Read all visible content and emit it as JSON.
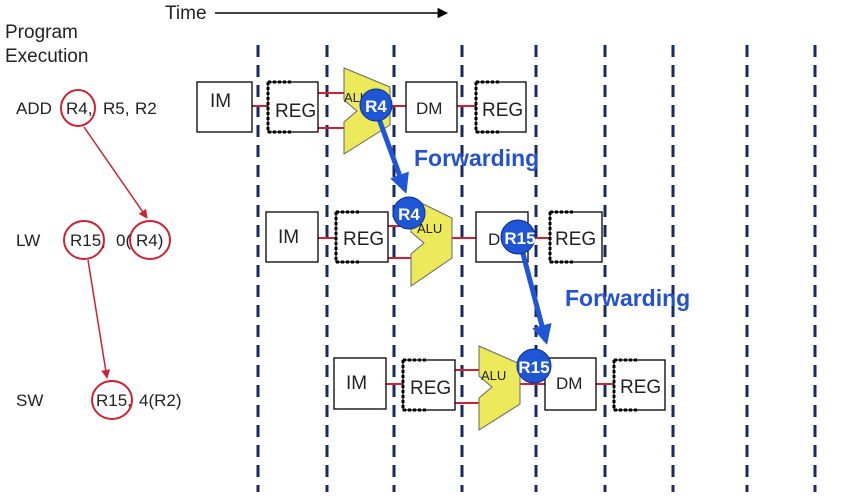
{
  "header": {
    "time_label": "Time",
    "program_execution": [
      "Program",
      "Execution"
    ]
  },
  "instructions": [
    {
      "op": "ADD",
      "args": [
        "R4,",
        "R5,",
        "R2"
      ]
    },
    {
      "op": "LW",
      "args": [
        "R15,",
        "0(",
        "R4)"
      ]
    },
    {
      "op": "SW",
      "args": [
        "R15,",
        "4(R2)"
      ]
    }
  ],
  "stages": {
    "im": "IM",
    "reg": "REG",
    "alu": "ALU",
    "dm": "DM",
    "dm_partial": "D"
  },
  "forwarding": [
    {
      "register": "R4",
      "label": "Forwarding"
    },
    {
      "register": "R15",
      "label": "Forwarding"
    }
  ],
  "colors": {
    "forward_blue": "#1f56d6",
    "label_blue": "#2453cf",
    "alu_yellow": "#ece95a",
    "red": "#cc2233",
    "dash_navy": "#1a2a5e"
  }
}
